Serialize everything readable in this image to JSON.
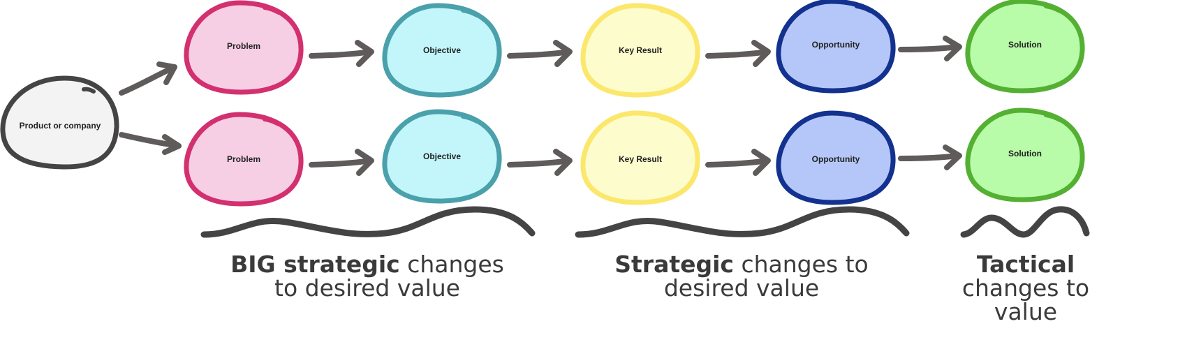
{
  "diagram": {
    "root": {
      "label": "Product or company",
      "fill": "#f3f3f3",
      "stroke": "#444444"
    },
    "rows": [
      {
        "nodes": [
          {
            "label": "Problem",
            "fill": "#f6cfe4",
            "stroke": "#d3306f"
          },
          {
            "label": "Objective",
            "fill": "#c2f6fb",
            "stroke": "#4aa0ab"
          },
          {
            "label": "Key Result",
            "fill": "#fcfccd",
            "stroke": "#fbe76c"
          },
          {
            "label": "Opportunity",
            "fill": "#b5c6f8",
            "stroke": "#13318e"
          },
          {
            "label": "Solution",
            "fill": "#b8fca9",
            "stroke": "#54b032"
          }
        ]
      },
      {
        "nodes": [
          {
            "label": "Problem",
            "fill": "#f6cfe4",
            "stroke": "#d3306f"
          },
          {
            "label": "Objective",
            "fill": "#c2f6fb",
            "stroke": "#4aa0ab"
          },
          {
            "label": "Key Result",
            "fill": "#fcfccd",
            "stroke": "#fbe76c"
          },
          {
            "label": "Opportunity",
            "fill": "#b5c6f8",
            "stroke": "#13318e"
          },
          {
            "label": "Solution",
            "fill": "#b8fca9",
            "stroke": "#54b032"
          }
        ]
      }
    ],
    "arrow_color": "#5f5b5b",
    "brace_color": "#444444"
  },
  "captions": {
    "big_strategic": {
      "bold": "BIG strategic",
      "rest": " changes to desired value"
    },
    "strategic": {
      "bold": "Strategic",
      "rest": " changes to desired value"
    },
    "tactical": {
      "bold": "Tactical",
      "rest": " changes to value"
    }
  }
}
